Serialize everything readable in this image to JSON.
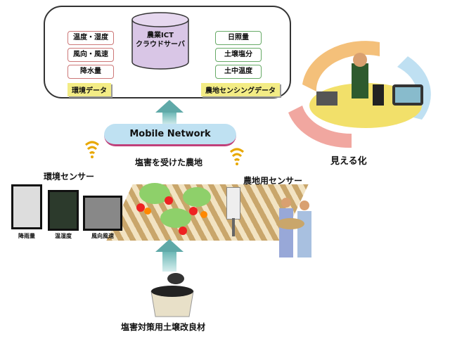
{
  "server": {
    "title_line1": "農業ICT",
    "title_line2": "クラウドサーバ"
  },
  "env_data": {
    "items": [
      "温度・湿度",
      "風向・風速",
      "降水量"
    ],
    "label": "環境データ"
  },
  "field_data": {
    "items": [
      "日照量",
      "土壌塩分",
      "土中温度"
    ],
    "label": "農地センシングデータ"
  },
  "network": {
    "label": "Mobile Network"
  },
  "visualization": {
    "label": "見える化"
  },
  "farm": {
    "label": "塩害を受けた農地"
  },
  "env_sensor": {
    "label": "環境センサー",
    "devices": [
      "降雨量",
      "温湿度",
      "風向風速"
    ]
  },
  "field_sensor": {
    "label": "農地用センサー"
  },
  "soil": {
    "label": "塩害対策用土壌改良材"
  },
  "colors": {
    "arrow": "#5fa9a8",
    "highlight": "#f3ec85",
    "server": "#d9c6e6"
  }
}
